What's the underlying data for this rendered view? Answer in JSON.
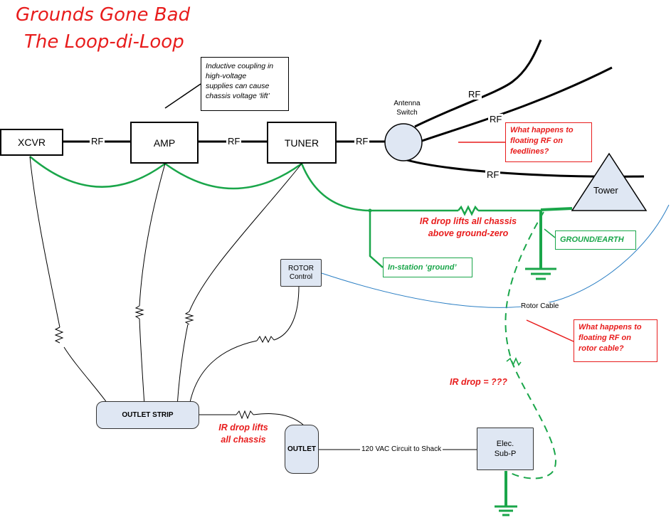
{
  "title": {
    "line1": "Grounds Gone Bad",
    "line2": "The Loop-di-Loop"
  },
  "equipment": {
    "xcvr": "XCVR",
    "amp": "AMP",
    "tuner": "TUNER",
    "tower": "Tower"
  },
  "rf_label": "RF",
  "antenna_switch": "Antenna\nSwitch",
  "notes": {
    "inductive": "Inductive coupling in\nhigh-voltage\nsupplies can cause\nchassis voltage ‘lift’",
    "feedlines": "What happens to\nfloating RF on\nfeedlines?",
    "rotor_cable_q": "What happens to\nfloating RF on\nrotor cable?",
    "ground_earth": "GROUND/EARTH",
    "in_station": "In-station ‘ground’",
    "ir_drop_chassis": "IR drop lifts all chassis\nabove ground-zero",
    "ir_drop_q": "IR drop = ???",
    "ir_drop_outlet": "IR drop lifts\nall chassis"
  },
  "rotor": {
    "control": "ROTOR\nControl",
    "cable": "Rotor Cable"
  },
  "power": {
    "outlet_strip": "OUTLET STRIP",
    "outlet": "OUTLET",
    "circuit": "120 VAC Circuit to Shack",
    "subpanel": "Elec.\nSub-P"
  },
  "colors": {
    "title_red": "#e81c1c",
    "ground_green": "#1aa64a",
    "cable_blue": "#2b7fc4",
    "box_fill": "#dfe7f3"
  }
}
